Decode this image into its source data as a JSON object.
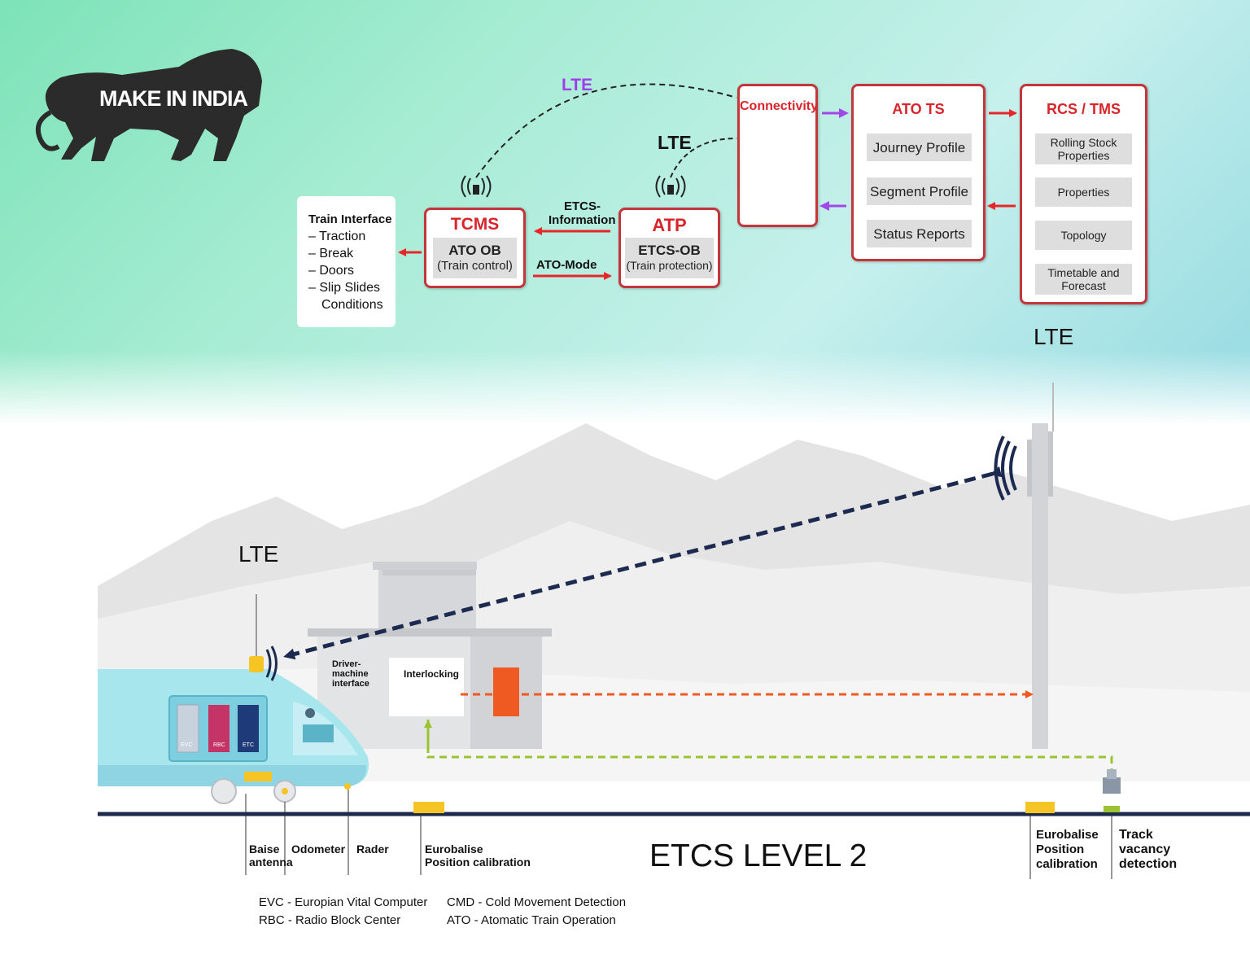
{
  "logo": {
    "text": "MAKE IN INDIA",
    "icon": "lion-icon"
  },
  "diagram": {
    "train_interface": {
      "title": "Train Interface",
      "items": [
        "Traction",
        "Break",
        "Doors",
        "Slip Slides",
        "Conditions"
      ]
    },
    "tcms": {
      "title": "TCMS",
      "inner_line1": "ATO OB",
      "inner_line2": "(Train control)"
    },
    "atp": {
      "title": "ATP",
      "inner_line1": "ETCS-OB",
      "inner_line2": "(Train protection)"
    },
    "arrow_etcs_info_line1": "ETCS-",
    "arrow_etcs_info_line2": "Information",
    "arrow_ato_mode": "ATO-Mode",
    "connectivity": {
      "title": "Connectivity",
      "icon": "radio-tower-icon"
    },
    "ato_ts": {
      "title": "ATO TS",
      "items": [
        "Journey Profile",
        "Segment Profile",
        "Status Reports"
      ]
    },
    "rcs_tms": {
      "title": "RCS / TMS",
      "items": [
        {
          "line1": "Rolling Stock",
          "line2": "Properties"
        },
        {
          "line1": "Properties",
          "line2": ""
        },
        {
          "line1": "Topology",
          "line2": ""
        },
        {
          "line1": "Timetable and",
          "line2": "Forecast"
        }
      ]
    },
    "lte_top": "LTE",
    "lte_mid": "LTE",
    "lte_tower": "LTE",
    "lte_train": "LTE"
  },
  "scene": {
    "dmi_label": [
      "Driver-",
      "machine",
      "interface"
    ],
    "interlocking_label": "Interlocking",
    "train_units": [
      "EVC",
      "RBC",
      "ETC"
    ],
    "level_title": "ETCS LEVEL 2",
    "bottom_labels": {
      "balise_antenna": [
        "Baise",
        "antenna"
      ],
      "odometer": "Odometer",
      "radar": "Rader",
      "eurobalise_left": [
        "Eurobalise",
        "Position calibration"
      ],
      "eurobalise_right": [
        "Eurobalise",
        "Position",
        "calibration"
      ],
      "track_vacancy": [
        "Track",
        "vacancy",
        "detection"
      ]
    },
    "legend": [
      "EVC - Europian Vital Computer",
      "RBC - Radio Block Center",
      "CMD - Cold Movement Detection",
      "ATO - Atomatic Train Operation"
    ]
  },
  "colors": {
    "box_border": "#c2363c",
    "title_red": "#d8242a",
    "arrow_red": "#e8262a",
    "arrow_purple": "#a348e8",
    "dashed_dark": "#1d2a4f",
    "dashed_orange": "#ef5a22",
    "dashed_green": "#9ac232"
  }
}
